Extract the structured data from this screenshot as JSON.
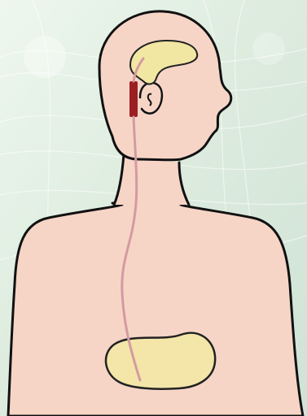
{
  "colors": {
    "background": "#dcebdd",
    "background_light": "#f3faf2",
    "skin": "#f6d5c7",
    "outline": "#111111",
    "brain": "#f2e6a3",
    "stomach": "#f3e6a8",
    "shunt_catheter": "#d59aa2",
    "shunt_valve": "#9b1f22"
  },
  "parts": [
    "background",
    "head",
    "ear",
    "neck",
    "torso",
    "brain-ventricle",
    "shunt-valve",
    "shunt-catheter",
    "stomach-cavity"
  ]
}
